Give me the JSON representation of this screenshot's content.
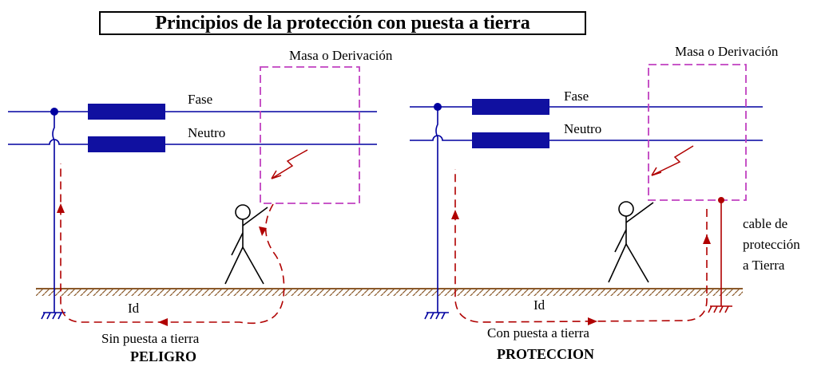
{
  "title": "Principios de la protección con puesta a tierra",
  "colors": {
    "line": "#0000a0",
    "fuse": "#1010a0",
    "current": "#b00000",
    "mass_box": "#c040c0",
    "ground": "#8b5a2b",
    "text": "#000000"
  },
  "left": {
    "mass_label": "Masa o Derivación",
    "fase_label": "Fase",
    "neutro_label": "Neutro",
    "current_label": "Id",
    "caption_line1": "Sin puesta a tierra",
    "caption_line2": "PELIGRO"
  },
  "right": {
    "mass_label": "Masa o Derivación",
    "fase_label": "Fase",
    "neutro_label": "Neutro",
    "current_label": "Id",
    "caption_line1": "Con puesta a tierra",
    "caption_line2": "PROTECCION",
    "cable_label_1": "cable de",
    "cable_label_2": "protección",
    "cable_label_3": "a Tierra"
  }
}
